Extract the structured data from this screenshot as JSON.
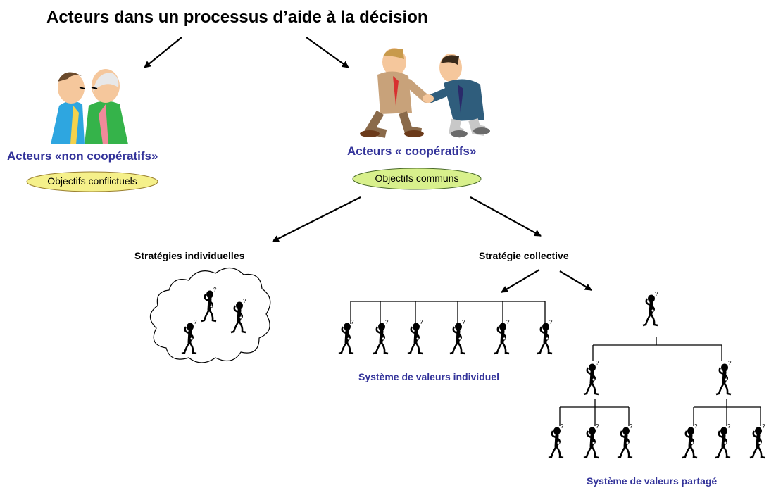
{
  "title": "Acteurs dans un processus d’aide à la décision",
  "non_cooperative": {
    "label": "Acteurs «non coopératifs»",
    "objective": "Objectifs conflictuels"
  },
  "cooperative": {
    "label": "Acteurs « coopératifs»",
    "objective": "Objectifs communs"
  },
  "strategies": {
    "individual": "Stratégies individuelles",
    "collective": "Stratégie collective"
  },
  "value_systems": {
    "individual": "Système de valeurs individuel",
    "shared": "Système de valeurs partagé"
  },
  "colors": {
    "label_blue": "#33339a",
    "ellipse_fill": "#f5f08a",
    "ellipse_green": "#d8f08c",
    "arrow": "#000000"
  },
  "icons": [
    "arguing-men-icon",
    "handshake-icon",
    "thinking-person-icon",
    "thought-cloud-icon"
  ]
}
